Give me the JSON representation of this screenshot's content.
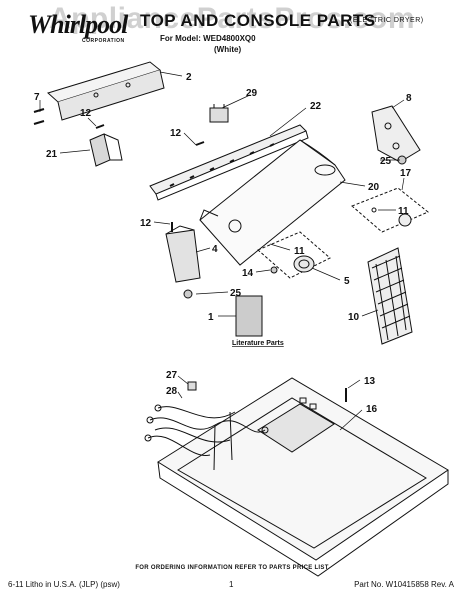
{
  "header": {
    "brand": "Whirlpool",
    "brand_sub": "CORPORATION",
    "title": "TOP AND CONSOLE PARTS",
    "model_line": "For Model: WED4800XQ0",
    "color_line": "(White)",
    "product_type": "(ELECTRIC DRYER)"
  },
  "watermark": "AppliancePartsPros.com",
  "callouts": [
    "2",
    "7",
    "12",
    "21",
    "29",
    "22",
    "8",
    "12",
    "25",
    "17",
    "20",
    "11",
    "12",
    "4",
    "11",
    "14",
    "5",
    "25",
    "1",
    "10",
    "27",
    "28",
    "13",
    "16"
  ],
  "literature_label": "Literature Parts",
  "footer": {
    "order_note": "FOR ORDERING INFORMATION REFER TO PARTS PRICE LIST",
    "left": "6-11 Litho in U.S.A. (JLP) (psw)",
    "page": "1",
    "right": "Part No. W10415858 Rev. A"
  }
}
